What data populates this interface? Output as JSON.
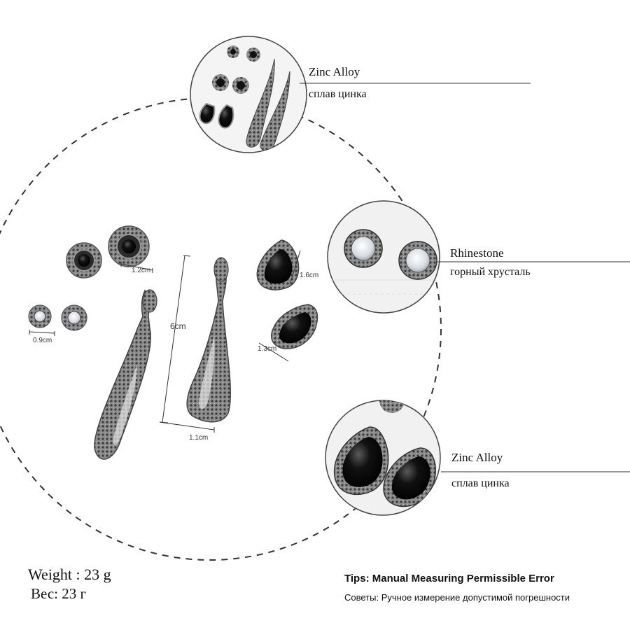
{
  "callouts": [
    {
      "title": "Zinc Alloy",
      "subtitle": "сплав цинка"
    },
    {
      "title": "Rhinestone",
      "subtitle": "горный хрусталь"
    },
    {
      "title": "Zinc Alloy",
      "subtitle": "сплав цинка"
    }
  ],
  "dimensions": {
    "stud_large": "1.2cm",
    "stud_small": "0.9cm",
    "drop_length": "6cm",
    "drop_width": "1.1cm",
    "teardrop_height": "1.6cm",
    "teardrop_width": "1.3cm"
  },
  "weight": {
    "en": "Weight : 23 g",
    "ru": "Вес: 23 г"
  },
  "tips": {
    "en": "Tips: Manual Measuring Permissible Error",
    "ru": "Советы: Ручное измерение допустимой погрешности"
  },
  "colors": {
    "stone": "#0a0a0a",
    "metal": "#9a9a9a",
    "crystal": "#e8eef2",
    "outline": "#333333"
  }
}
